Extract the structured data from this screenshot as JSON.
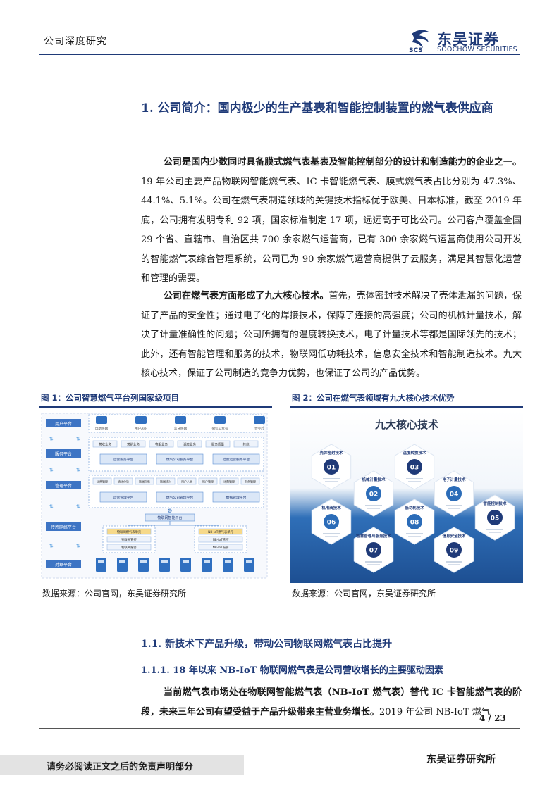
{
  "header": {
    "left": "公司深度研究",
    "logo_cn": "东吴证券",
    "logo_en": "SOOCHOW SECURITIES",
    "logo_mark": "SCS"
  },
  "section1": {
    "title": "1.  公司简介：国内极少的生产基表和智能控制装置的燃气表供应商"
  },
  "paragraphs": [
    {
      "lead": "公司是国内少数同时具备膜式燃气表基表及智能控制部分的设计和制造能力的企业之一。",
      "body": "19 年公司主要产品物联网智能燃气表、IC 卡智能燃气表、膜式燃气表占比分别为 47.3%、44.1%、5.1%。公司在燃气表制造领域的关键技术指标优于欧美、日本标准，截至 2019 年底，公司拥有发明专利 92 项，国家标准制定 17 项，远远高于可比公司。公司客户覆盖全国 29 个省、直辖市、自治区共 700 余家燃气运营商，已有 300 余家燃气运营商使用公司开发的智能燃气表综合管理系统，公司已为 90 余家燃气运营商提供了云服务，满足其智慧化运营和管理的需要。"
    },
    {
      "lead": "公司在燃气表方面形成了九大核心技术。",
      "body": "首先，壳体密封技术解决了壳体泄漏的问题，保证了产品的安全性；通过电子化的焊接技术，保障了连接的高强度；公司的机械计量技术，解决了计量准确性的问题；公司所拥有的温度转换技术，电子计量技术等都是国际领先的技术；此外，还有智能管理和服务的技术，物联网低功耗技术，信息安全技术和智能制造技术。九大核心技术，保证了公司制造的竞争力优势，也保证了公司的产品优势。"
    },
    {
      "lead": "当前燃气表市场处在物联网智能燃气表（NB-IoT 燃气表）替代 IC 卡智能燃气表的阶段，未来三年公司有望受益于产品升级带来主营业务增长。",
      "body": "2019 年公司 NB-IoT 燃气"
    }
  ],
  "figure1": {
    "title": "图 1：公司智慧燃气平台列国家级项目",
    "source": "数据来源：公司官网，东吴证券研究所",
    "layers": [
      "用户平台",
      "服务平台",
      "管理平台",
      "传感网络平台",
      "对象平台"
    ],
    "apps": [
      "自助终端",
      "用户APP",
      "蓝牙终端",
      "微信公众号",
      "营业厅"
    ],
    "service_row1": [
      "营收业务",
      "营销业务",
      "客服业务",
      "调度业务",
      "服务质量",
      "其他"
    ],
    "service_row2": [
      "运营服务平台",
      "燃气公司服务平台",
      "社会运营服务平台"
    ],
    "mgmt_row1": [
      "运营管理",
      "统计分析",
      "数据采集",
      "数据核对",
      "用户人员",
      "账户管理",
      "计费管理",
      "财务管理"
    ],
    "mgmt_row2": [
      "运营管理平台",
      "燃气公司管理平台",
      "数据管理平台"
    ],
    "center": "物联网智能平台",
    "sensor_left": [
      "物联网燃气表单元",
      "物联网管控",
      "物联网报警"
    ],
    "sensor_right": [
      "NB-IoT燃气表单元",
      "NB-IoT管控",
      "NB-IoT报警"
    ]
  },
  "figure2": {
    "title": "图 2：公司在燃气表领域有九大核心技术优势",
    "source": "数据来源：公司官网，东吴证券研究所",
    "heading": "九大核心技术",
    "techs": [
      {
        "no": "01",
        "name": "壳体密封技术"
      },
      {
        "no": "02",
        "name": "机械计量技术"
      },
      {
        "no": "03",
        "name": "温度转换技术"
      },
      {
        "no": "04",
        "name": "电子计量技术"
      },
      {
        "no": "05",
        "name": "智能控制技术"
      },
      {
        "no": "06",
        "name": "机电阀技术"
      },
      {
        "no": "07",
        "name": "智慧管理与服务技术"
      },
      {
        "no": "08",
        "name": "低功耗技术"
      },
      {
        "no": "09",
        "name": "信息安全技术"
      }
    ],
    "colors": {
      "navy": "#1f3a78",
      "blue": "#2b6cb8",
      "sky": "#4a8fd6"
    }
  },
  "section11": {
    "title": "1.1.   新技术下产品升级，带动公司物联网燃气表占比提升"
  },
  "section111": {
    "title": "1.1.1.   18 年以来 NB-IoT 物联网燃气表是公司营收增长的主要驱动因素"
  },
  "footer": {
    "page": "4 / 23",
    "disclaimer": "请务必阅读正文之后的免责声明部分",
    "right": "东吴证券研究所"
  }
}
